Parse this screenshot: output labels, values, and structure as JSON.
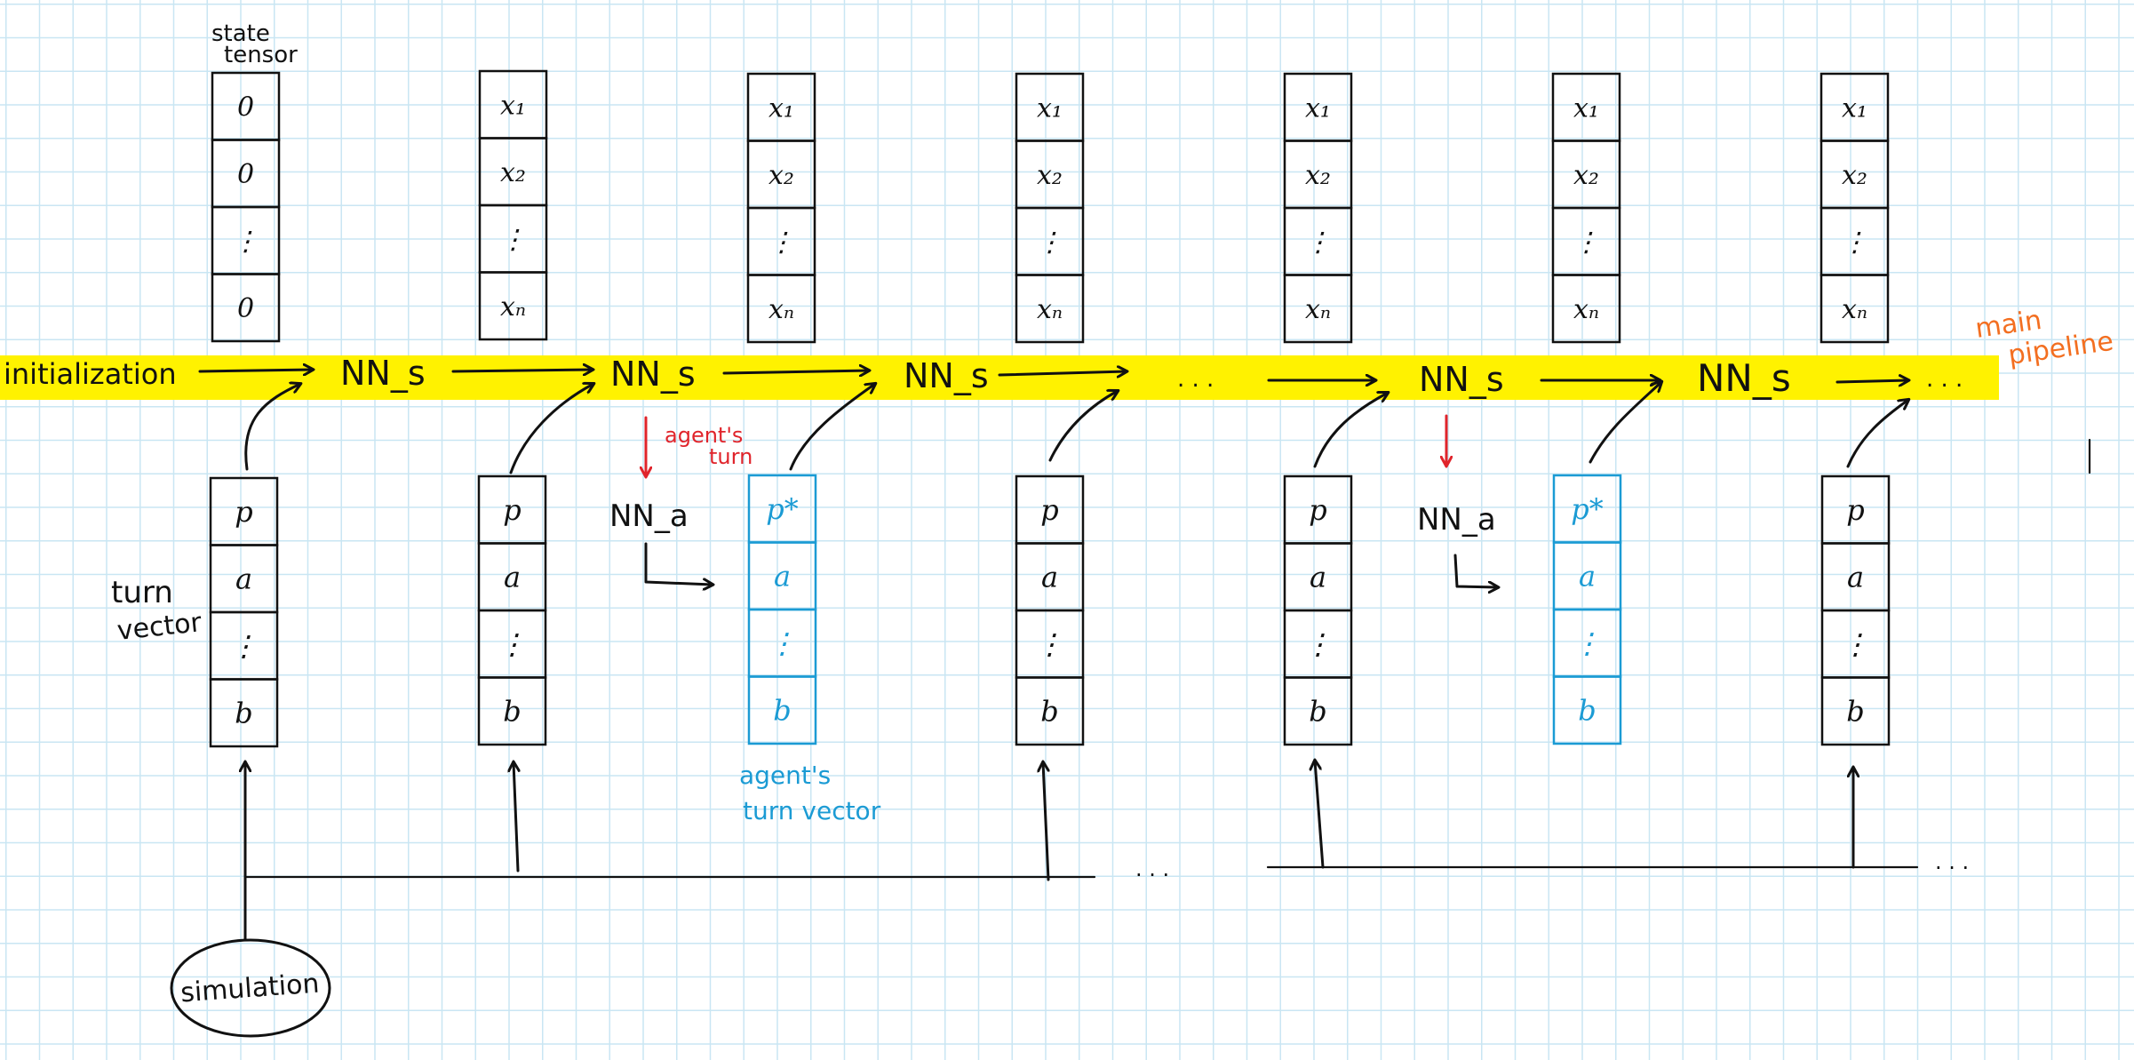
{
  "labels": {
    "state_tensor_1": "state",
    "state_tensor_2": "tensor",
    "initialization": "initialization",
    "nn_s": "NN_s",
    "nn_a": "NN_a",
    "agents_turn_1": "agent's",
    "agents_turn_2": "turn",
    "turn_vector_1": "turn",
    "turn_vector_2": "vector",
    "agent_turn_vector_1": "agent's",
    "agent_turn_vector_2": "turn vector",
    "main_pipeline_1": "main",
    "main_pipeline_2": "pipeline",
    "simulation": "simulation",
    "ellipsis": ". . ."
  },
  "state_columns": [
    [
      "0",
      "0",
      "⋮",
      "0"
    ],
    [
      "x₁",
      "x₂",
      "⋮",
      "xₙ"
    ],
    [
      "x₁",
      "x₂",
      "⋮",
      "xₙ"
    ],
    [
      "x₁",
      "x₂",
      "⋮",
      "xₙ"
    ],
    [
      "x₁",
      "x₂",
      "⋮",
      "xₙ"
    ],
    [
      "x₁",
      "x₂",
      "⋮",
      "xₙ"
    ],
    [
      "x₁",
      "x₂",
      "⋮",
      "xₙ"
    ]
  ],
  "turn_columns": [
    {
      "cells": [
        "p",
        "a",
        "⋮",
        "b"
      ],
      "agent": false
    },
    {
      "cells": [
        "p",
        "a",
        "⋮",
        "b"
      ],
      "agent": false
    },
    {
      "cells": [
        "p*",
        "a",
        "⋮",
        "b"
      ],
      "agent": true
    },
    {
      "cells": [
        "p",
        "a",
        "⋮",
        "b"
      ],
      "agent": false
    },
    {
      "cells": [
        "p",
        "a",
        "⋮",
        "b"
      ],
      "agent": false
    },
    {
      "cells": [
        "p*",
        "a",
        "⋮",
        "b"
      ],
      "agent": true
    },
    {
      "cells": [
        "p",
        "a",
        "⋮",
        "b"
      ],
      "agent": false
    }
  ],
  "colors": {
    "pipeline_highlight": "#fff200",
    "ink": "#111111",
    "agent_blue": "#1b9bd4",
    "agent_red": "#e0242b",
    "main_pipeline_orange": "#f36f21",
    "grid": "#c9e6f3"
  }
}
